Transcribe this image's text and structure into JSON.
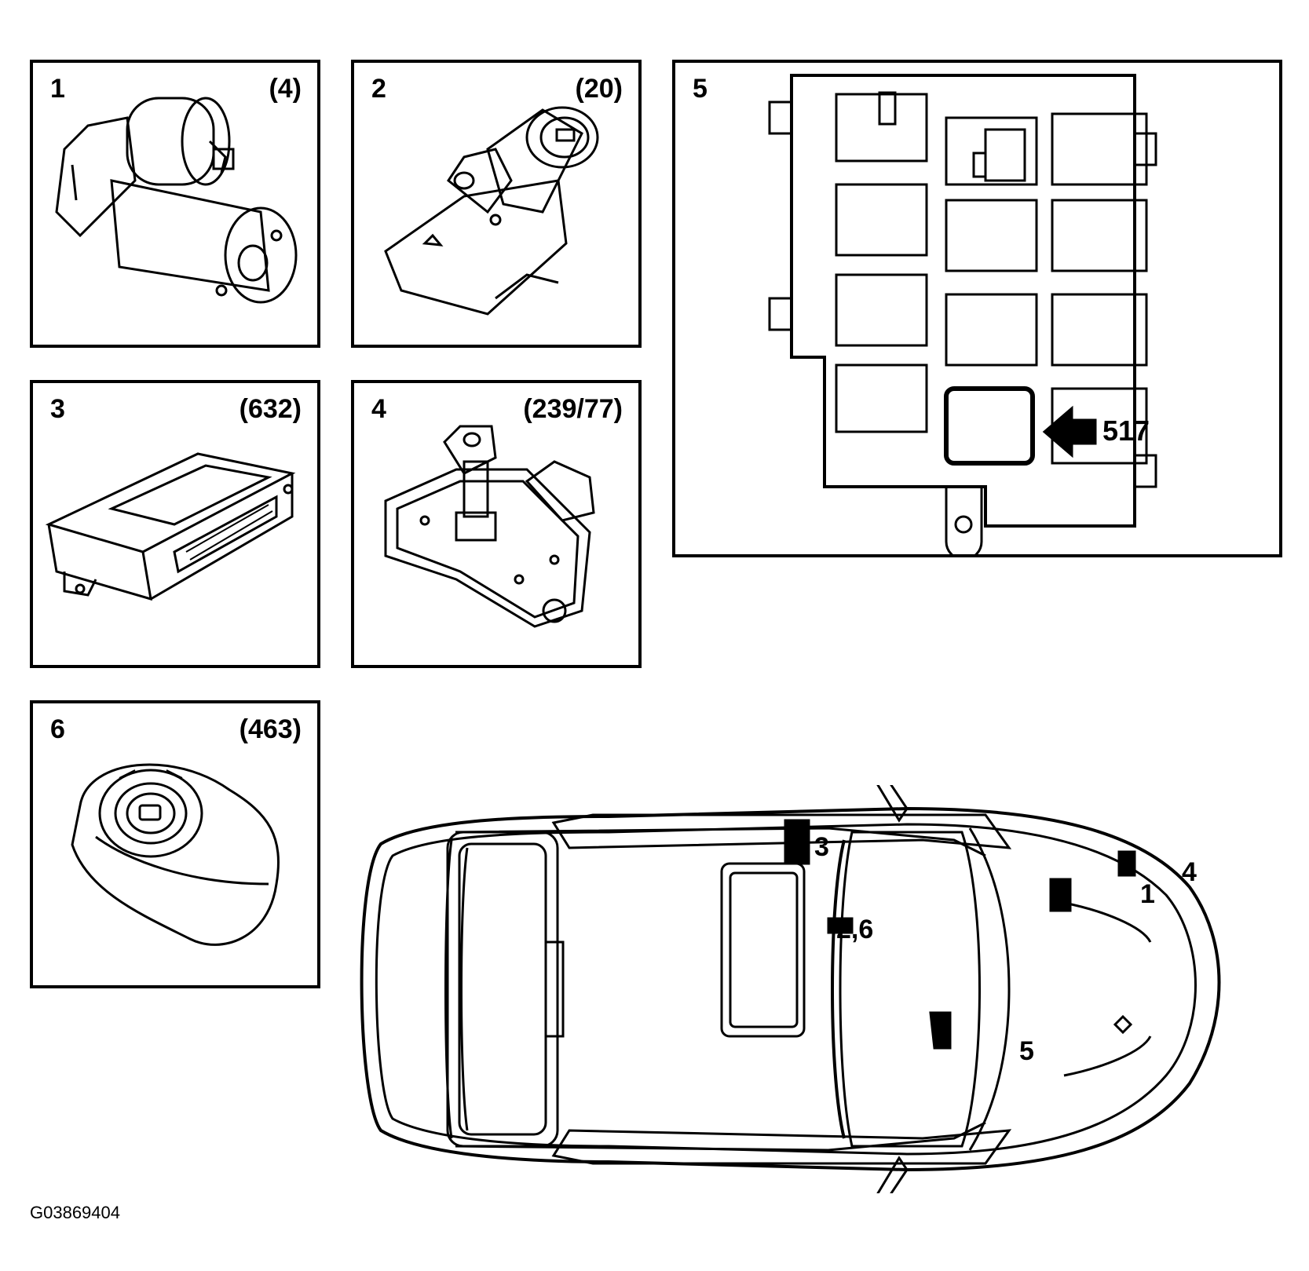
{
  "panels": [
    {
      "number": "1",
      "ref": "(4)",
      "icon": "starter-motor-icon"
    },
    {
      "number": "2",
      "ref": "(20)",
      "icon": "ignition-switch-icon"
    },
    {
      "number": "3",
      "ref": "(632)",
      "icon": "control-module-icon"
    },
    {
      "number": "4",
      "ref": "(239/77)",
      "icon": "range-sensor-icon"
    },
    {
      "number": "5",
      "ref": "",
      "icon": "relay-box-icon"
    },
    {
      "number": "6",
      "ref": "(463)",
      "icon": "ignition-key-housing-icon"
    }
  ],
  "relay_box": {
    "callout": "517"
  },
  "car_callouts": {
    "c1": "1",
    "c3": "3",
    "c26": "2,6",
    "c4": "4",
    "c5": "5"
  },
  "figure_id": "G03869404"
}
